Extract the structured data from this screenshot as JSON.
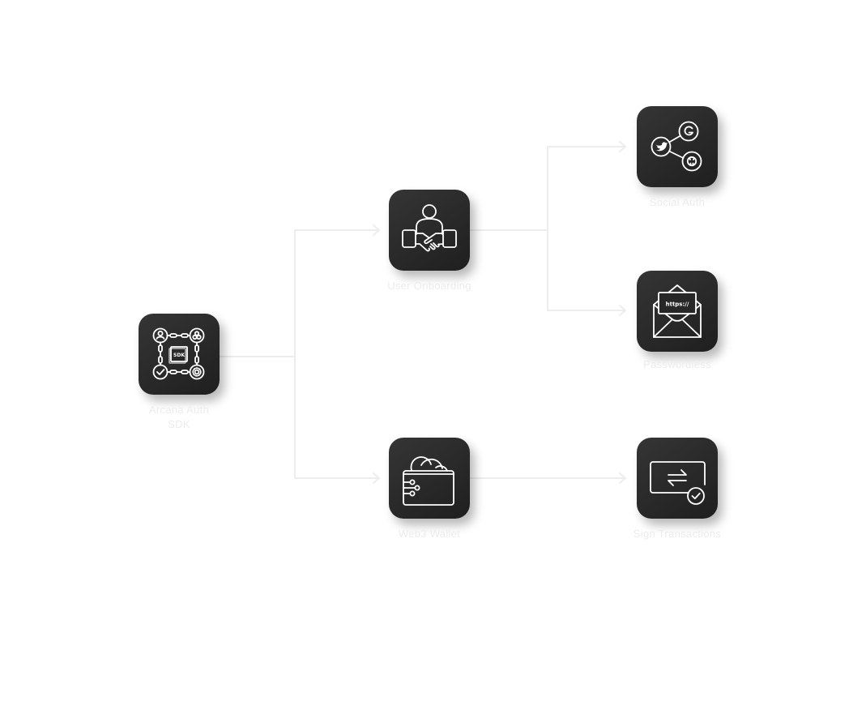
{
  "nodes": {
    "arcana_auth_sdk": {
      "label_line1": "Arcana Auth",
      "label_line2": "SDK",
      "badge": "SDK",
      "icon": "sdk-network-icon"
    },
    "user_onboarding": {
      "label": "User Onboarding",
      "icon": "handshake-user-icon"
    },
    "web3_wallet": {
      "label": "Web3 Wallet",
      "icon": "wallet-icon"
    },
    "social_auth": {
      "label": "Social Auth",
      "icon": "social-share-icon"
    },
    "passwordless": {
      "label": "Passwordless",
      "badge": "https://",
      "icon": "email-link-icon"
    },
    "sign_transactions": {
      "label": "Sign Transactions",
      "icon": "transaction-sign-icon"
    }
  },
  "colors": {
    "node_background": "#2a2a2a",
    "icon_stroke": "#ffffff",
    "connector": "#eeeeee",
    "label": "#ececec",
    "page_background": "#ffffff"
  }
}
